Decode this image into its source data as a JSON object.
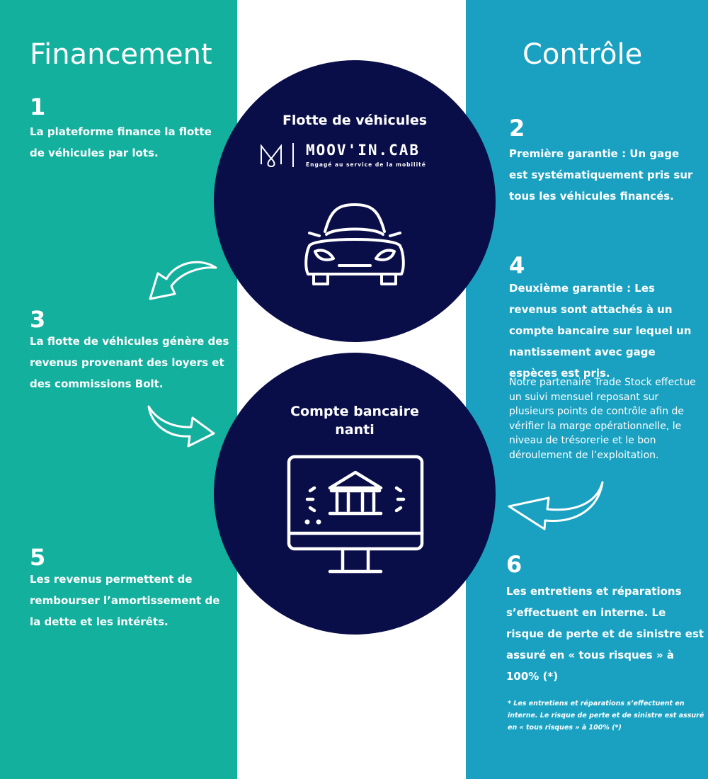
{
  "financement": {
    "title": "Financement",
    "steps": [
      {
        "num": "1",
        "text": "La plateforme finance la flotte de véhicules par lots."
      },
      {
        "num": "3",
        "text": "La flotte de véhicules génère des revenus provenant des loyers et des commissions Bolt."
      },
      {
        "num": "5",
        "text": "Les revenus permettent de rembourser l’amortissement de la dette et les intérêts."
      }
    ]
  },
  "controle": {
    "title": "Contrôle",
    "steps": [
      {
        "num": "2",
        "text": "Première garantie : Un gage est systématiquement pris sur tous les véhicules financés."
      },
      {
        "num": "4",
        "text": "Deuxième garantie : Les revenus sont attachés à un compte bancaire sur lequel un nantissement avec gage espèces est pris.",
        "note": "Notre partenaire Trade Stock effectue un suivi mensuel reposant sur plusieurs points de contrôle afin de vérifier la marge opérationnelle, le niveau de trésorerie et le bon déroulement de l’exploitation."
      },
      {
        "num": "6",
        "text": "Les entretiens et réparations s’effectuent en interne. Le risque de perte et de sinistre est assuré en « tous risques » à 100% (*)"
      }
    ],
    "footnote": "* Les entretiens et réparations s’effectuent en interne. Le risque de perte et de sinistre est assuré en « tous risques » à 100% (*)"
  },
  "center": {
    "fleet": {
      "title": "Flotte de véhicules",
      "logo_name": "MOOV'IN.CAB",
      "logo_tagline": "Engagé au service de la mobilité",
      "icon": "car-icon"
    },
    "bank": {
      "title": "Compte bancaire nanti",
      "icon": "bank-monitor-icon"
    }
  },
  "colors": {
    "financement": "#14b09e",
    "controle": "#1aa1c1",
    "circle": "#0a0e48",
    "text": "#ffffff"
  }
}
